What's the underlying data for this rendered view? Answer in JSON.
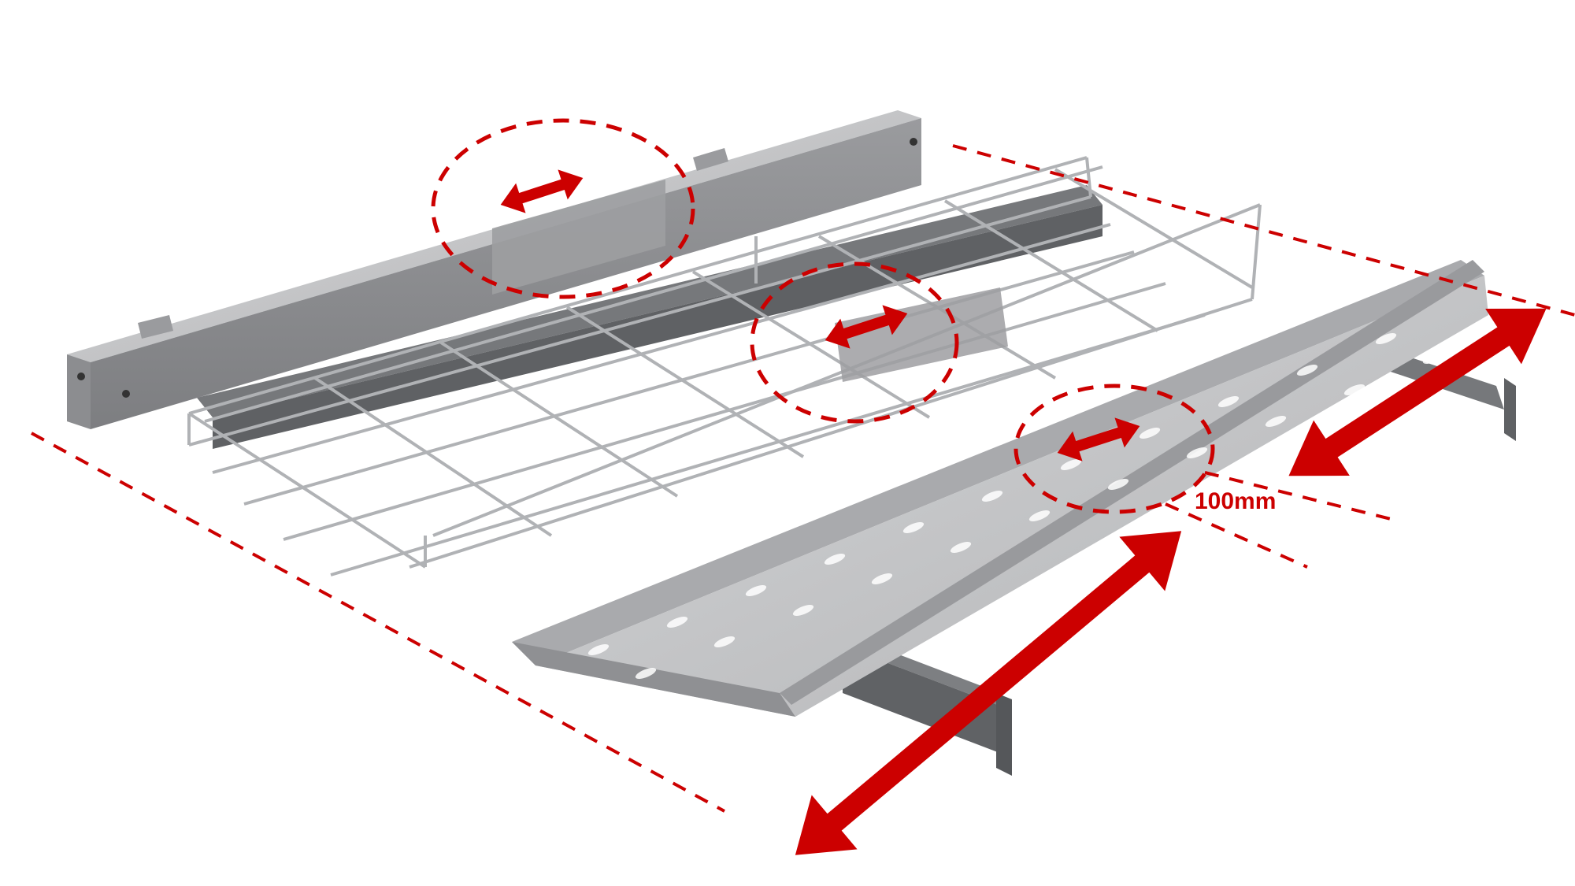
{
  "illustration": {
    "subject": "cable support systems with splice connections",
    "components": [
      "square-tube-trunking",
      "wire-mesh-cable-tray",
      "perforated-cable-tray",
      "strut-channel-supports"
    ],
    "dimension_label": "100mm"
  },
  "colors": {
    "accent": "#cc0000",
    "steel_light": "#c9cacc",
    "steel_mid": "#a8a9ab",
    "steel_dark": "#6b6d70",
    "background": "#ffffff"
  }
}
